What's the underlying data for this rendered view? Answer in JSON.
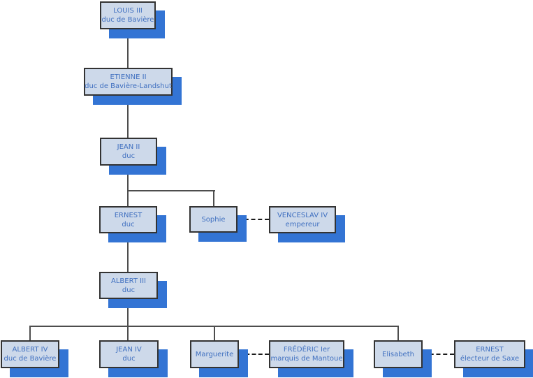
{
  "diagram": {
    "type": "family-tree",
    "subject": "Ducs de Bavière",
    "colors": {
      "node_fill": "#cdd9ea",
      "node_border": "#333333",
      "node_shadow": "#3374d4",
      "text": "#4070c0",
      "connector_line": "#4d4d4d",
      "marriage_dash": "#1a1a1a",
      "background": "#ffffff"
    },
    "nodes": [
      {
        "name": "LOUIS III",
        "title": "duc de Bavière"
      },
      {
        "name": "ETIENNE II",
        "title": "duc de Bavière-Landshut"
      },
      {
        "name": "JEAN II",
        "title": "duc"
      },
      {
        "name": "ERNEST",
        "title": "duc"
      },
      {
        "name": "Sophie",
        "title": ""
      },
      {
        "name": "VENCESLAV IV",
        "title": "empereur"
      },
      {
        "name": "ALBERT III",
        "title": "duc"
      },
      {
        "name": "ALBERT IV",
        "title": "duc de Bavière"
      },
      {
        "name": "JEAN IV",
        "title": "duc"
      },
      {
        "name": "Marguerite",
        "title": ""
      },
      {
        "name": "FRÉDÉRIC Ier",
        "title": "marquis de Mantoue"
      },
      {
        "name": "Elisabeth",
        "title": ""
      },
      {
        "name": "ERNEST",
        "title": "électeur de Saxe"
      }
    ],
    "relations": [
      {
        "type": "parent",
        "from": "LOUIS III",
        "to": "ETIENNE II"
      },
      {
        "type": "parent",
        "from": "ETIENNE II",
        "to": "JEAN II"
      },
      {
        "type": "parent",
        "from": "JEAN II",
        "to": "ERNEST"
      },
      {
        "type": "parent",
        "from": "JEAN II",
        "to": "Sophie"
      },
      {
        "type": "marriage",
        "from": "Sophie",
        "to": "VENCESLAV IV"
      },
      {
        "type": "parent",
        "from": "ERNEST",
        "to": "ALBERT III"
      },
      {
        "type": "parent",
        "from": "ALBERT III",
        "to": "ALBERT IV"
      },
      {
        "type": "parent",
        "from": "ALBERT III",
        "to": "JEAN IV"
      },
      {
        "type": "parent",
        "from": "ALBERT III",
        "to": "Marguerite"
      },
      {
        "type": "parent",
        "from": "ALBERT III",
        "to": "Elisabeth"
      },
      {
        "type": "marriage",
        "from": "Marguerite",
        "to": "FRÉDÉRIC Ier"
      },
      {
        "type": "marriage",
        "from": "Elisabeth",
        "to": "ERNEST (Saxe)"
      }
    ]
  }
}
